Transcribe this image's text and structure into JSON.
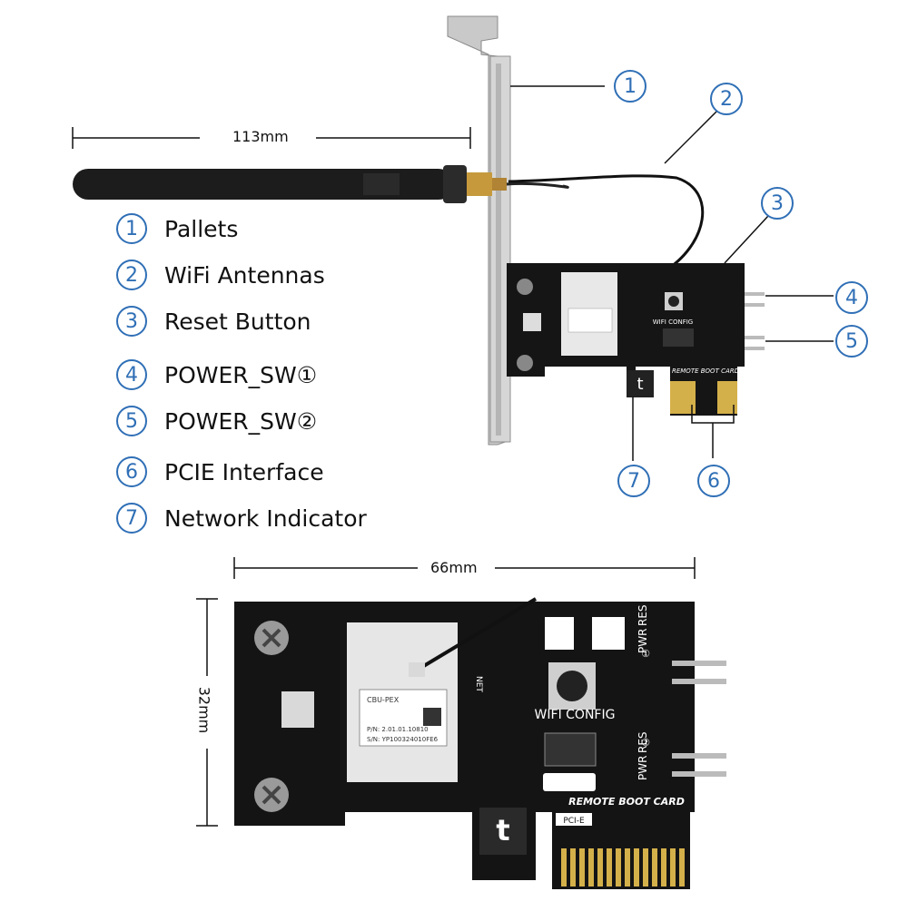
{
  "legend": [
    {
      "num": "1",
      "label": "Pallets"
    },
    {
      "num": "2",
      "label": "WiFi Antennas"
    },
    {
      "num": "3",
      "label": "Reset Button"
    },
    {
      "num": "4",
      "label": "POWER_SW①"
    },
    {
      "num": "5",
      "label": "POWER_SW②"
    },
    {
      "num": "6",
      "label": "PCIE Interface"
    },
    {
      "num": "7",
      "label": "Network Indicator"
    }
  ],
  "callouts": [
    "1",
    "2",
    "3",
    "4",
    "5",
    "6",
    "7"
  ],
  "dimensions": {
    "antenna_width": "113mm",
    "board_width": "66mm",
    "board_height": "32mm"
  },
  "board_text": {
    "card_name": "REMOTE BOOT CARD",
    "interface": "PCI-E",
    "wifi_config": "WIFI CONFIG",
    "pwr": "PWR",
    "res": "RES",
    "net": "NET",
    "module_model": "CBU-PEX",
    "module_pn": "P/N: 2.01.01.10810",
    "module_sn": "S/N: YP100324010FE6",
    "port1": "①",
    "port2": "②"
  },
  "colors": {
    "callout_blue": "#2f6fb6",
    "pcb_black": "#151515",
    "gold_finger": "#d4b04a",
    "bracket_silver": "#cfcfcf"
  }
}
